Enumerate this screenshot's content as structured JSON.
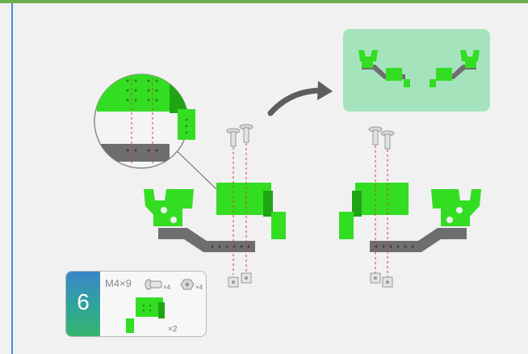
{
  "step": {
    "number": "6",
    "screw_spec": "M4×9",
    "screw_qty": "×4",
    "nut_qty": "×4",
    "part_qty": "×2"
  },
  "colors": {
    "part_green": "#33dd22",
    "part_green_dark": "#1fa514",
    "plate_gray": "#6e6e6e",
    "result_panel_bg": "#a5e3bd",
    "guide_line": "#e03a3a",
    "step_gradient": [
      "#3a86c8",
      "#35b56e"
    ]
  },
  "icons": [
    "screw-icon",
    "nut-icon",
    "arrow-icon"
  ]
}
